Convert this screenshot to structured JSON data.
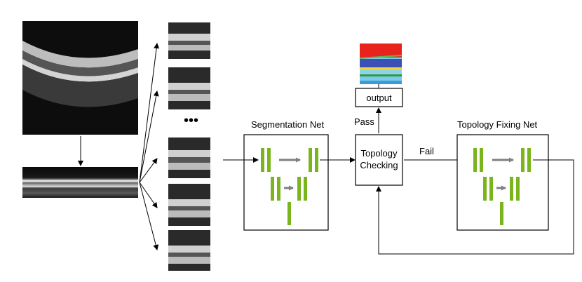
{
  "segmentation_net": {
    "title": "Segmentation Net"
  },
  "topology_check": {
    "line1": "Topology",
    "line2": "Checking"
  },
  "topology_fixing_net": {
    "title": "Topology Fixing Net"
  },
  "output_box": {
    "label": "output"
  },
  "edges": {
    "pass_label": "Pass",
    "fail_label": "Fail"
  },
  "ellipsis": "•••",
  "colors": {
    "net_bar": "#7ab51d",
    "net_arrow": "#7f7f7f",
    "line": "#000000",
    "seg_map": [
      "#e8231e",
      "#5bb552",
      "#3b4fb5",
      "#f2d22e",
      "#8fd3e8",
      "#2f9b3a",
      "#7ec8f0"
    ]
  }
}
